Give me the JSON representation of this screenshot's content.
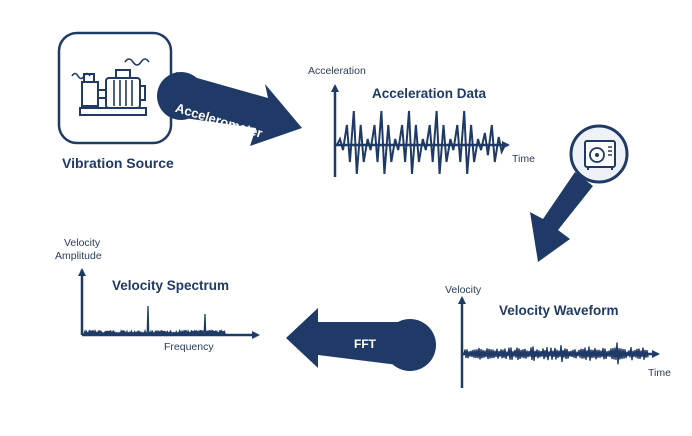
{
  "colors": {
    "navy": "#1f3a66",
    "icon_bg": "#ffffff",
    "icon_border": "#1f3a66",
    "disk_bg": "#eef2f7"
  },
  "source": {
    "caption": "Vibration Source",
    "icon": "motor-pump-icon"
  },
  "arrow_accelerometer": {
    "label": "Accelerometer"
  },
  "acceleration_chart": {
    "title": "Acceleration Data",
    "y_label": "Acceleration",
    "x_label": "Time"
  },
  "analyzer": {
    "icon": "vibration-analyzer-icon"
  },
  "velocity_waveform": {
    "title": "Velocity Waveform",
    "y_label": "Velocity",
    "x_label": "Time"
  },
  "arrow_fft": {
    "label": "FFT"
  },
  "velocity_spectrum": {
    "title": "Velocity Spectrum",
    "y_label_line1": "Velocity",
    "y_label_line2": "Amplitude",
    "x_label": "Frequency"
  }
}
